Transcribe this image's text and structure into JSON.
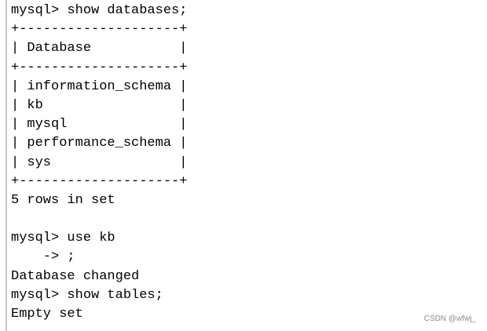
{
  "terminal": {
    "lines": [
      "mysql> show databases;",
      "+--------------------+",
      "| Database           |",
      "+--------------------+",
      "| information_schema |",
      "| kb                 |",
      "| mysql              |",
      "| performance_schema |",
      "| sys                |",
      "+--------------------+",
      "5 rows in set",
      "",
      "mysql> use kb",
      "    -> ;",
      "Database changed",
      "mysql> show tables;",
      "Empty set"
    ]
  },
  "watermark": "CSDN @wfwj_"
}
